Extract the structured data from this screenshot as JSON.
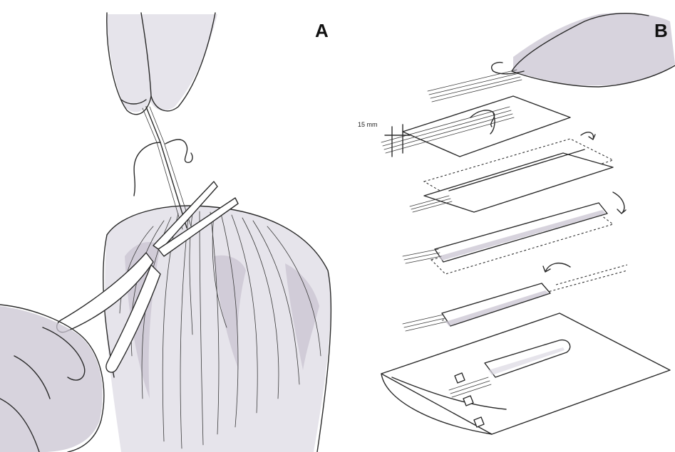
{
  "panels": {
    "a": {
      "label": "A"
    },
    "b": {
      "label": "B",
      "measurement": "15 mm"
    }
  },
  "colors": {
    "ink": "#2a2a2a",
    "shade": "#c9c4d2",
    "background": "#ffffff"
  }
}
